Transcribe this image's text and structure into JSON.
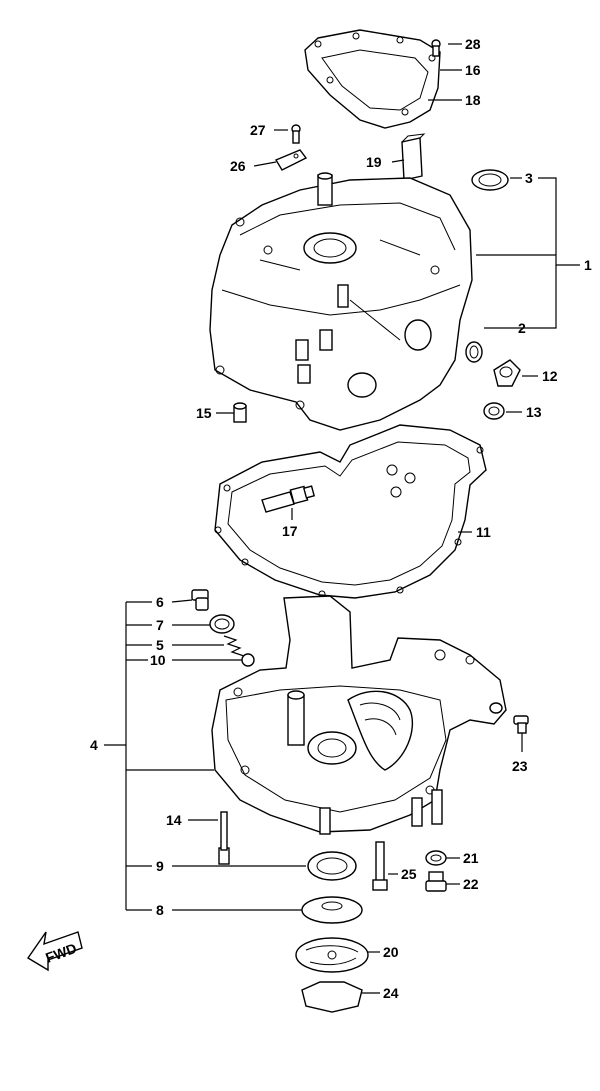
{
  "callouts": [
    {
      "id": "28",
      "text": "28"
    },
    {
      "id": "16",
      "text": "16"
    },
    {
      "id": "18",
      "text": "18"
    },
    {
      "id": "27",
      "text": "27"
    },
    {
      "id": "26",
      "text": "26"
    },
    {
      "id": "19",
      "text": "19"
    },
    {
      "id": "3",
      "text": "3"
    },
    {
      "id": "1",
      "text": "1"
    },
    {
      "id": "2",
      "text": "2"
    },
    {
      "id": "12",
      "text": "12"
    },
    {
      "id": "13",
      "text": "13"
    },
    {
      "id": "15",
      "text": "15"
    },
    {
      "id": "17",
      "text": "17"
    },
    {
      "id": "11",
      "text": "11"
    },
    {
      "id": "6",
      "text": "6"
    },
    {
      "id": "7",
      "text": "7"
    },
    {
      "id": "5",
      "text": "5"
    },
    {
      "id": "10",
      "text": "10"
    },
    {
      "id": "4",
      "text": "4"
    },
    {
      "id": "23",
      "text": "23"
    },
    {
      "id": "14",
      "text": "14"
    },
    {
      "id": "21",
      "text": "21"
    },
    {
      "id": "9",
      "text": "9"
    },
    {
      "id": "25",
      "text": "25"
    },
    {
      "id": "22",
      "text": "22"
    },
    {
      "id": "8",
      "text": "8"
    },
    {
      "id": "20",
      "text": "20"
    },
    {
      "id": "24",
      "text": "24"
    }
  ],
  "fwd_label": "FWD"
}
